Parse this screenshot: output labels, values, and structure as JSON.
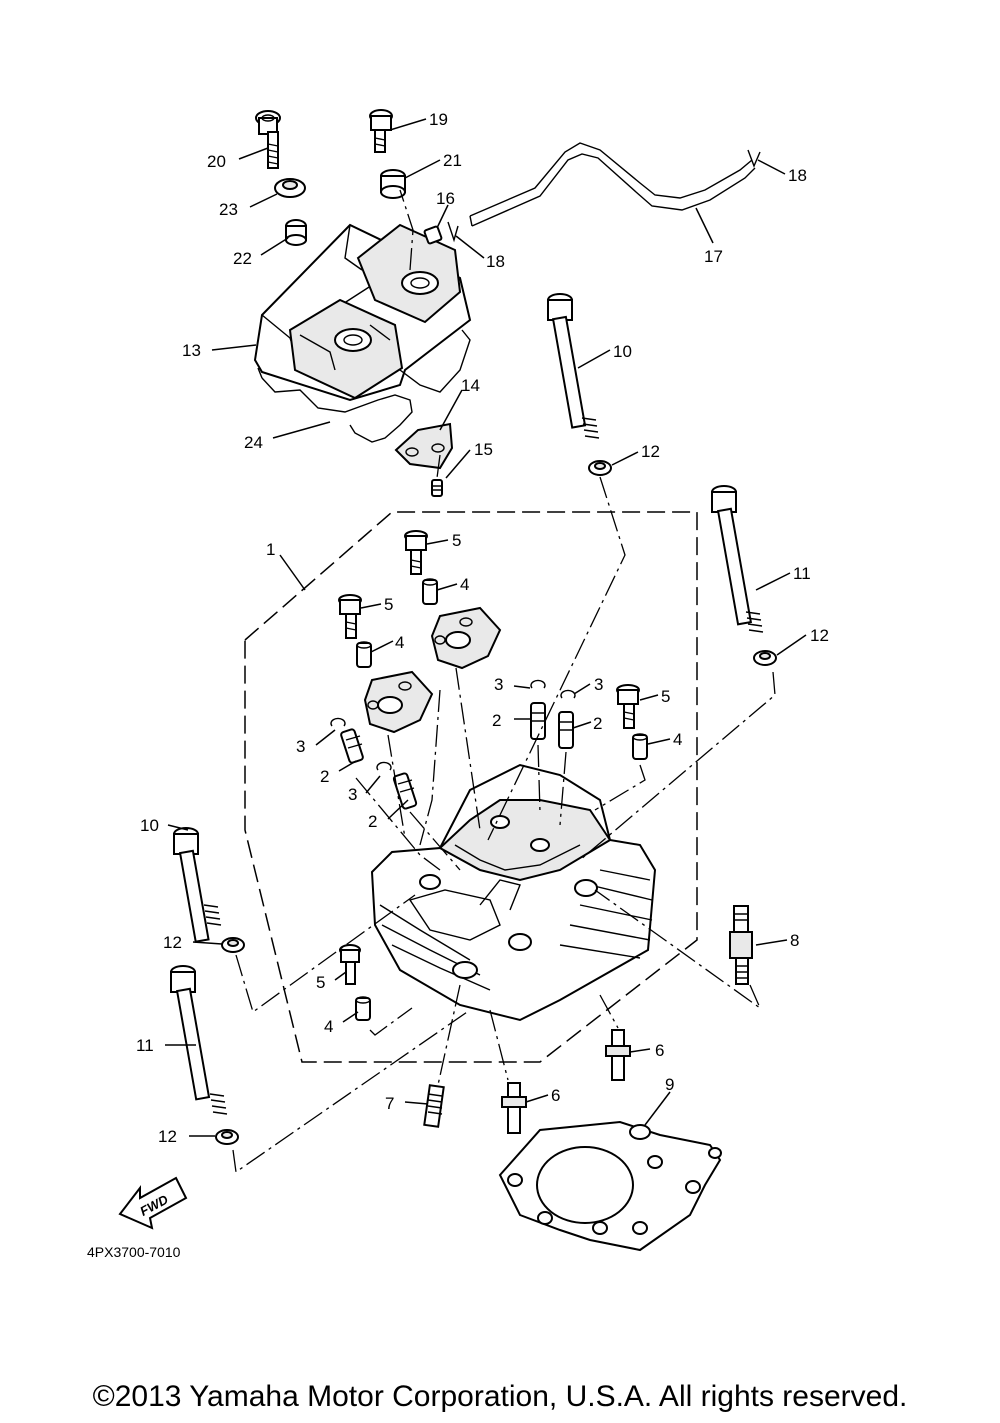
{
  "diagram": {
    "callouts": {
      "c1": "1",
      "c2a": "2",
      "c2b": "2",
      "c2c": "2",
      "c2d": "2",
      "c3a": "3",
      "c3b": "3",
      "c3c": "3",
      "c3d": "3",
      "c4a": "4",
      "c4b": "4",
      "c4c": "4",
      "c4d": "4",
      "c5a": "5",
      "c5b": "5",
      "c5c": "5",
      "c5d": "5",
      "c6a": "6",
      "c6b": "6",
      "c7": "7",
      "c8": "8",
      "c9": "9",
      "c10a": "10",
      "c10b": "10",
      "c11a": "11",
      "c11b": "11",
      "c12a": "12",
      "c12b": "12",
      "c12c": "12",
      "c12d": "12",
      "c13": "13",
      "c14": "14",
      "c15": "15",
      "c16": "16",
      "c17": "17",
      "c18a": "18",
      "c18b": "18",
      "c19": "19",
      "c20": "20",
      "c21": "21",
      "c22": "22",
      "c23": "23",
      "c24": "24"
    },
    "fwd_label": "FWD",
    "drawing_code": "4PX3700-7010"
  },
  "footer": {
    "copyright": "©2013 Yamaha Motor Corporation, U.S.A. All rights reserved."
  }
}
